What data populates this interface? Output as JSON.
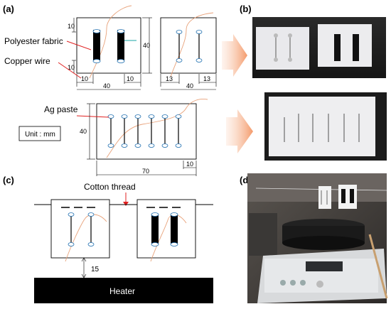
{
  "panels": {
    "a": "(a)",
    "b": "(b)",
    "c": "(c)",
    "d": "(d)"
  },
  "labels": {
    "polyester": "Polyester fabric",
    "copper": "Copper wire",
    "ag": "Ag paste",
    "cotton": "Cotton thread",
    "unit": "Unit : mm",
    "heater": "Heater"
  },
  "dims": {
    "d10a": "10",
    "d10b": "10",
    "d10c": "10",
    "d10d": "10",
    "d40a": "40",
    "d40b": "40",
    "d13a": "13",
    "d13b": "13",
    "d40c": "40",
    "d40d": "40",
    "d70": "70",
    "d10e": "10",
    "d15": "15"
  },
  "colors": {
    "black_electrode": "#000000",
    "wire": "#e8a27a",
    "pad": "#1f6fb0",
    "callout": "#e02020",
    "arrow": "#f6b090",
    "heater": "#000000"
  }
}
